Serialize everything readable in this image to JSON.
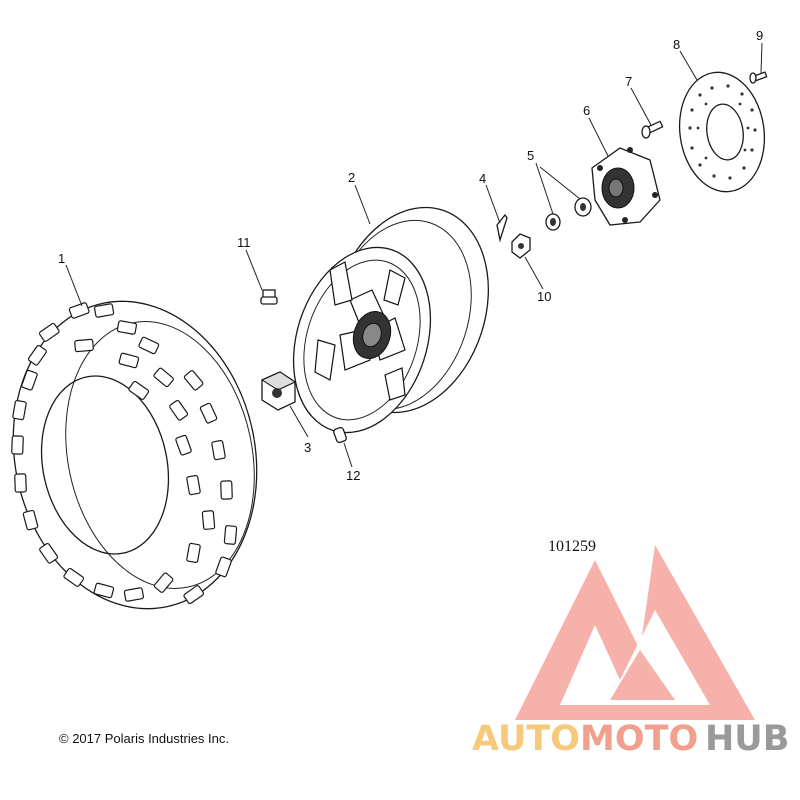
{
  "diagram": {
    "figure_number": "101259",
    "copyright": "© 2017 Polaris Industries Inc.",
    "callouts": [
      "1",
      "2",
      "3",
      "4",
      "5",
      "6",
      "7",
      "8",
      "9",
      "10",
      "11",
      "12"
    ]
  },
  "watermark": {
    "text_auto": "AUTO",
    "text_moto": "MOTO",
    "text_hub": "HUB",
    "colors": {
      "auto": "#f7c97a",
      "moto": "#f2a08e",
      "hub": "#9a9a9a",
      "logo": "#f4a49c"
    }
  }
}
